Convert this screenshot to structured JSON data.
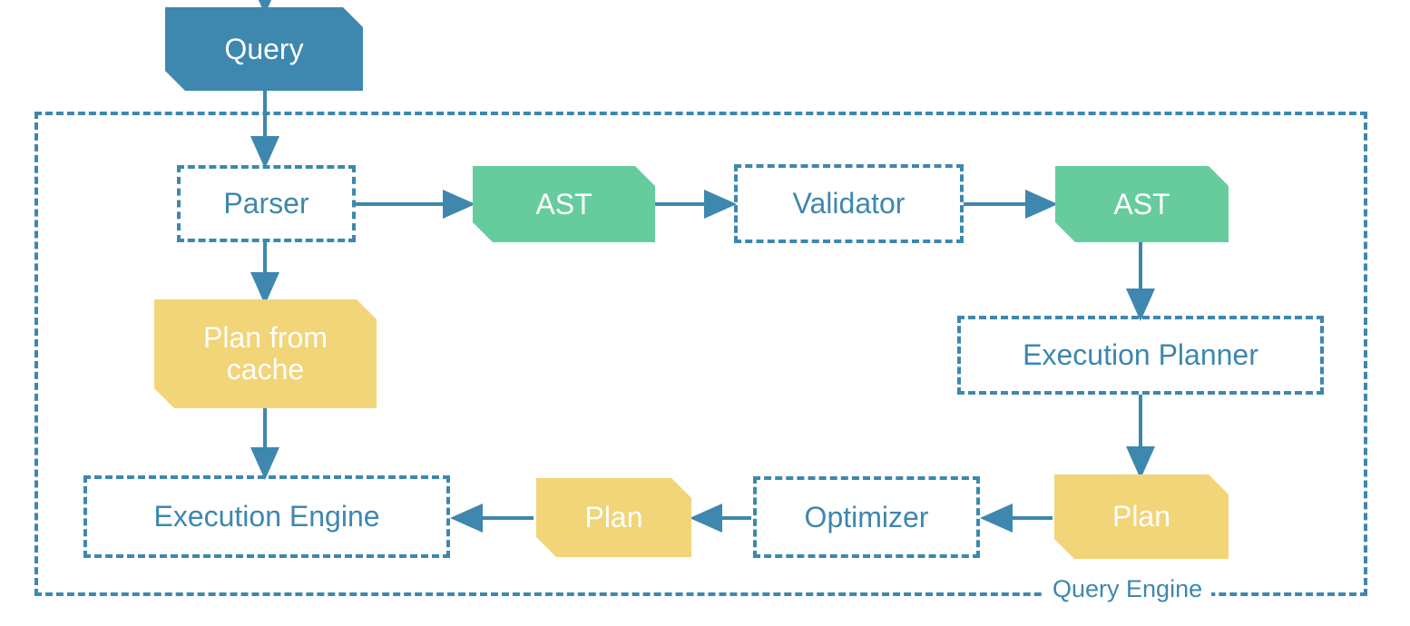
{
  "diagram": {
    "title": "Query Engine",
    "container_label": "Query Engine",
    "colors": {
      "accent_blue": "#3E87AE",
      "green": "#66CC9D",
      "yellow": "#F2D479",
      "text_on_fill": "#FFFFFF",
      "background": "#FFFFFF"
    },
    "nodes": [
      {
        "id": "query",
        "label": "Query",
        "kind": "data",
        "fill": "#3E87AE"
      },
      {
        "id": "parser",
        "label": "Parser",
        "kind": "process",
        "fill": "transparent"
      },
      {
        "id": "ast1",
        "label": "AST",
        "kind": "data",
        "fill": "#66CC9D"
      },
      {
        "id": "validator",
        "label": "Validator",
        "kind": "process",
        "fill": "transparent"
      },
      {
        "id": "ast2",
        "label": "AST",
        "kind": "data",
        "fill": "#66CC9D"
      },
      {
        "id": "plan-from-cache",
        "label": "Plan from cache",
        "kind": "data",
        "fill": "#F2D479"
      },
      {
        "id": "execution-planner",
        "label": "Execution Planner",
        "kind": "process",
        "fill": "transparent"
      },
      {
        "id": "plan-right",
        "label": "Plan",
        "kind": "data",
        "fill": "#F2D479"
      },
      {
        "id": "optimizer",
        "label": "Optimizer",
        "kind": "process",
        "fill": "transparent"
      },
      {
        "id": "plan-middle",
        "label": "Plan",
        "kind": "data",
        "fill": "#F2D479"
      },
      {
        "id": "execution-engine",
        "label": "Execution Engine",
        "kind": "process",
        "fill": "transparent"
      }
    ],
    "edges": [
      {
        "from": "external-input",
        "to": "query",
        "direction": "down"
      },
      {
        "from": "query",
        "to": "parser",
        "direction": "down"
      },
      {
        "from": "parser",
        "to": "ast1",
        "direction": "right"
      },
      {
        "from": "ast1",
        "to": "validator",
        "direction": "right"
      },
      {
        "from": "validator",
        "to": "ast2",
        "direction": "right"
      },
      {
        "from": "parser",
        "to": "plan-from-cache",
        "direction": "down"
      },
      {
        "from": "ast2",
        "to": "execution-planner",
        "direction": "down"
      },
      {
        "from": "execution-planner",
        "to": "plan-right",
        "direction": "down"
      },
      {
        "from": "plan-from-cache",
        "to": "execution-engine",
        "direction": "down"
      },
      {
        "from": "plan-right",
        "to": "optimizer",
        "direction": "left"
      },
      {
        "from": "optimizer",
        "to": "plan-middle",
        "direction": "left"
      },
      {
        "from": "plan-middle",
        "to": "execution-engine",
        "direction": "left"
      }
    ]
  }
}
